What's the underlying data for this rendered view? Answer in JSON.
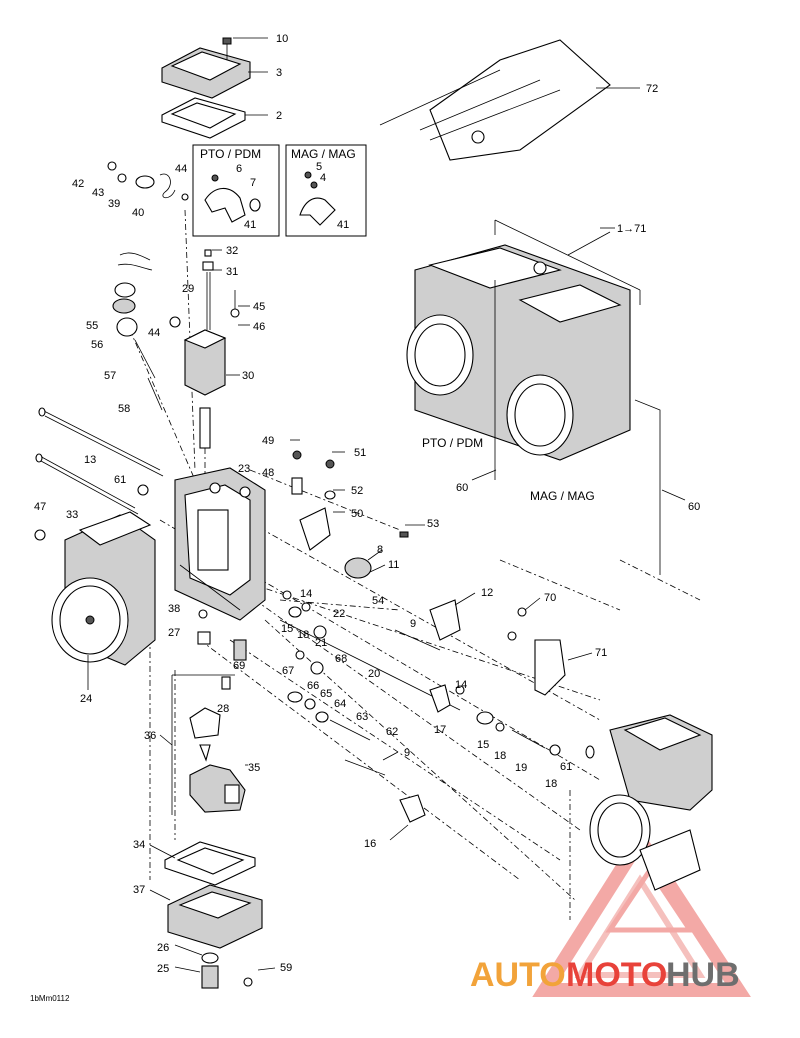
{
  "diagram": {
    "callouts": [
      "10",
      "3",
      "2",
      "6",
      "7",
      "41",
      "5",
      "4",
      "41",
      "42",
      "43",
      "39",
      "40",
      "44",
      "32",
      "31",
      "29",
      "45",
      "46",
      "55",
      "56",
      "44",
      "30",
      "57",
      "58",
      "49",
      "51",
      "48",
      "52",
      "50",
      "23",
      "53",
      "61",
      "13",
      "47",
      "33",
      "8",
      "11",
      "12",
      "70",
      "14",
      "22",
      "54",
      "15",
      "18",
      "21",
      "9",
      "71",
      "38",
      "27",
      "20",
      "68",
      "67",
      "69",
      "28",
      "14",
      "66",
      "65",
      "64",
      "63",
      "24",
      "36",
      "17",
      "15",
      "18",
      "19",
      "18",
      "61",
      "62",
      "35",
      "9",
      "16",
      "34",
      "37",
      "26",
      "25",
      "59",
      "72",
      "1→71",
      "60",
      "60"
    ],
    "boxes": {
      "pto": "PTO / PDM",
      "mag": "MAG / MAG"
    },
    "side_labels": {
      "pto": "PTO / PDM",
      "mag": "MAG / MAG"
    },
    "figure_code": "1bMm0112",
    "watermark": {
      "part1": "AUTO",
      "part2": "MOTO",
      "part3": "HUB"
    }
  },
  "colors": {
    "line": "#000000",
    "watermark_red": "#e8423a",
    "watermark_orange": "#f2a33a",
    "watermark_gray": "#6e6e6e"
  }
}
